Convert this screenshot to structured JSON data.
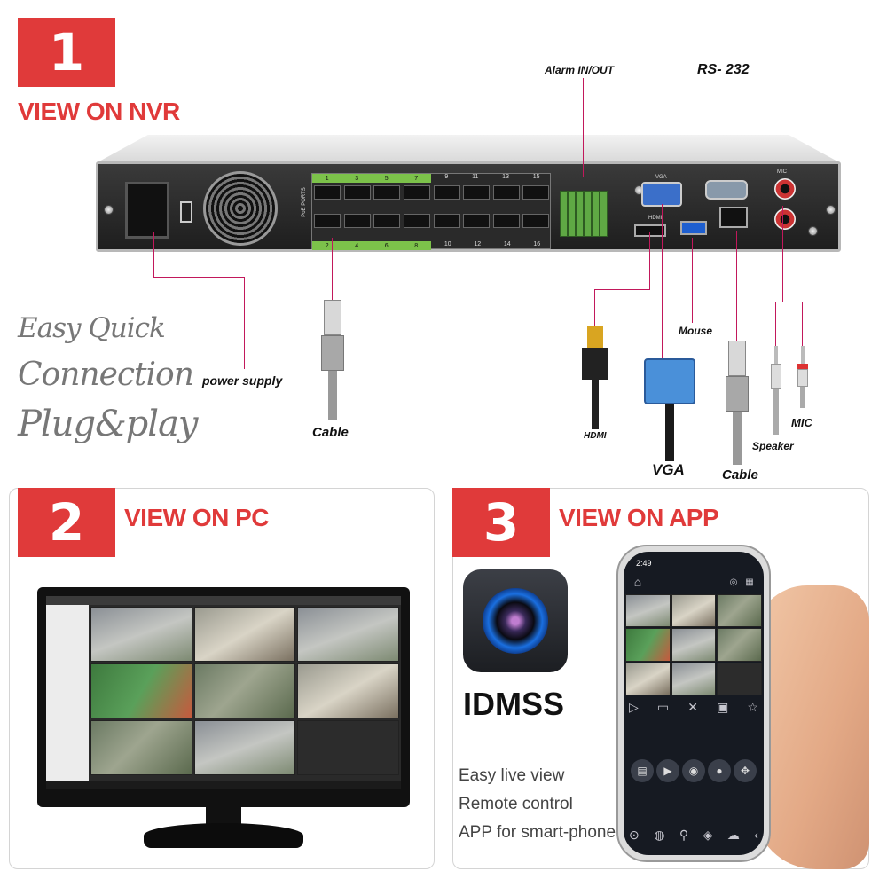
{
  "section1": {
    "number": "1",
    "title": "VIEW ON NVR",
    "slogan": [
      "Easy Quick",
      "Connection",
      "Plug&play"
    ],
    "top_labels": {
      "alarm": "Alarm IN/OUT",
      "rs232": "RS- 232"
    },
    "panel_labels": {
      "poe": "PoE PORTS",
      "top_ports": [
        "1",
        "3",
        "5",
        "7",
        "9",
        "11",
        "13",
        "15"
      ],
      "bottom_ports": [
        "2",
        "4",
        "6",
        "8",
        "10",
        "12",
        "14",
        "16"
      ],
      "vga": "VGA",
      "hdmi": "HDMI",
      "mic": "MIC"
    },
    "callouts": {
      "power": "power supply",
      "cable_left": "Cable",
      "hdmi": "HDMI",
      "vga": "VGA",
      "mouse": "Mouse",
      "cable_right": "Cable",
      "speaker": "Speaker",
      "mic": "MIC"
    }
  },
  "section2": {
    "number": "2",
    "title": "VIEW ON PC"
  },
  "section3": {
    "number": "3",
    "title": "VIEW ON APP",
    "app_name": "IDMSS",
    "features": [
      "Easy live view",
      "Remote control",
      "APP for smart-phone"
    ],
    "phone": {
      "time": "2:49"
    }
  },
  "colors": {
    "accent": "#e03a3a",
    "wire": "#c2185b",
    "poe_green": "#7cc24a"
  }
}
